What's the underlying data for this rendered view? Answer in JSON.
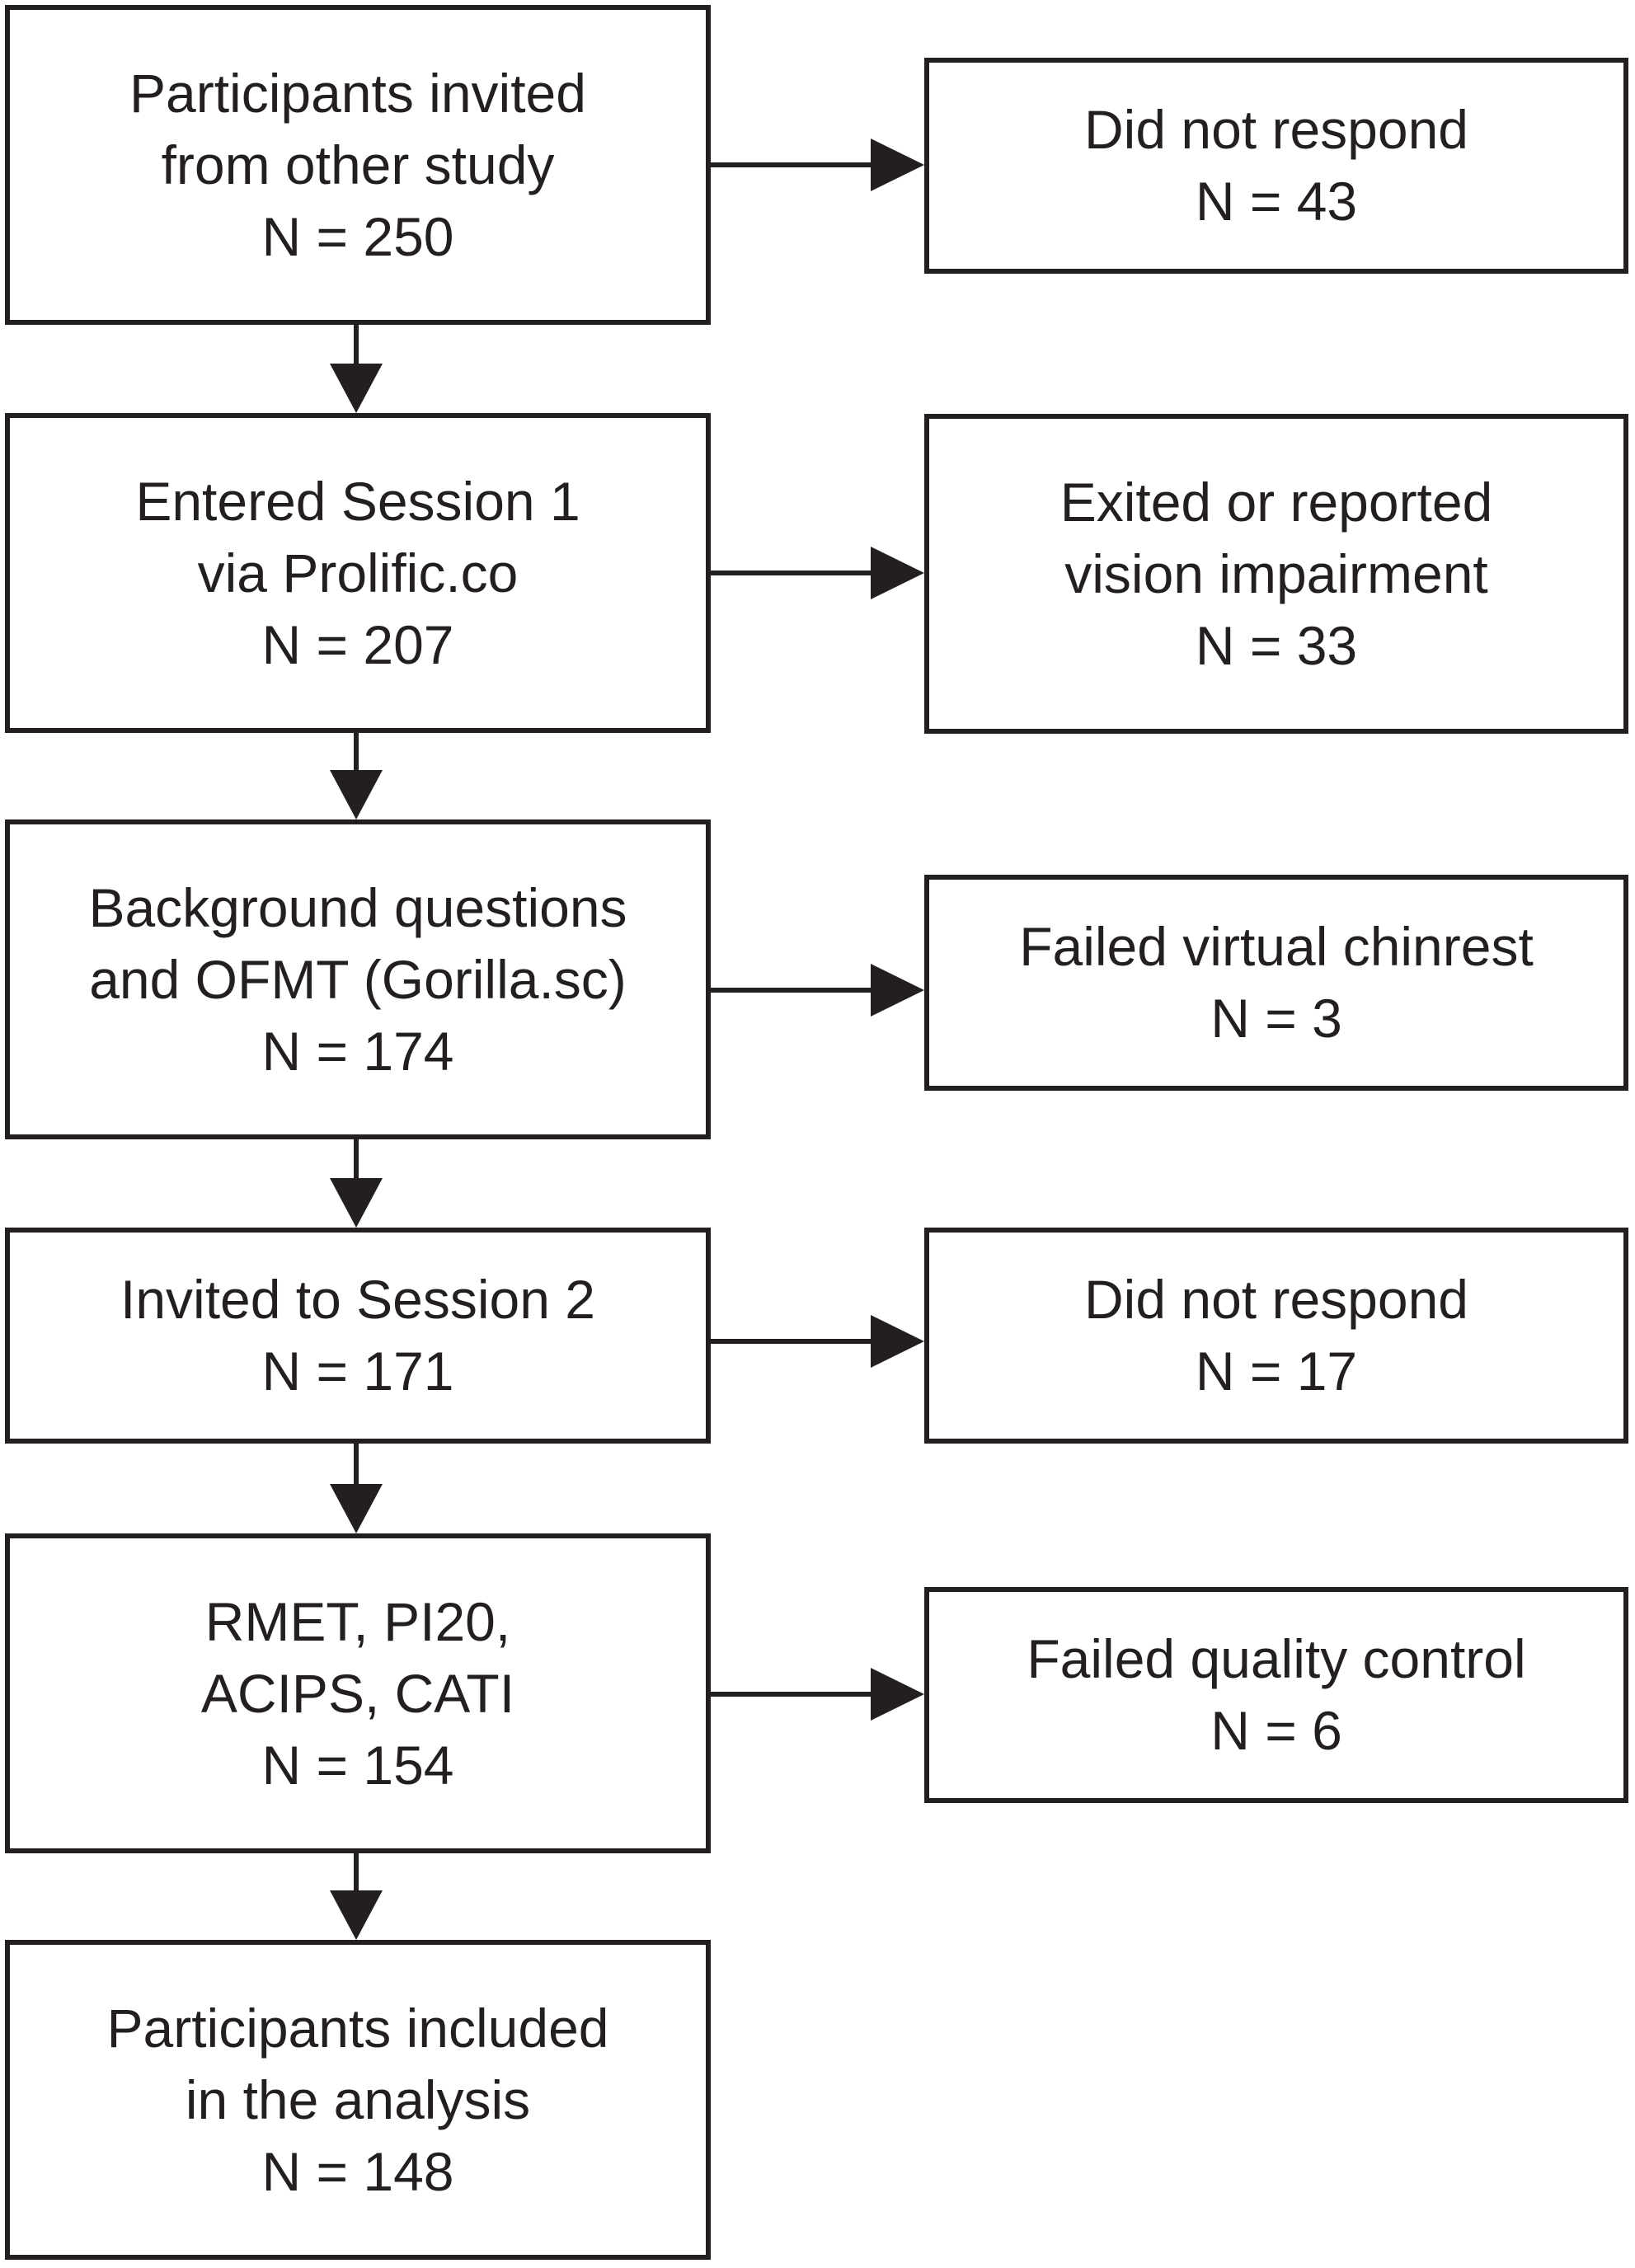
{
  "flow": {
    "main": [
      {
        "lines": [
          "Participants invited",
          "from other study",
          "N = 250"
        ]
      },
      {
        "lines": [
          "Entered Session 1",
          "via Prolific.co",
          "N = 207"
        ]
      },
      {
        "lines": [
          "Background questions",
          "and OFMT (Gorilla.sc)",
          "N = 174"
        ]
      },
      {
        "lines": [
          "Invited to Session 2",
          "N = 171"
        ]
      },
      {
        "lines": [
          "RMET, PI20,",
          "ACIPS, CATI",
          "N = 154"
        ]
      },
      {
        "lines": [
          "Participants included",
          "in the analysis",
          "N = 148"
        ]
      }
    ],
    "excluded": [
      {
        "lines": [
          "Did not respond",
          "N = 43"
        ]
      },
      {
        "lines": [
          "Exited or reported",
          "vision impairment",
          "N = 33"
        ]
      },
      {
        "lines": [
          "Failed virtual chinrest",
          "N = 3"
        ]
      },
      {
        "lines": [
          "Did not respond",
          "N = 17"
        ]
      },
      {
        "lines": [
          "Failed quality control",
          "N = 6"
        ]
      }
    ]
  },
  "colors": {
    "stroke": "#231f20",
    "background": "#ffffff"
  }
}
